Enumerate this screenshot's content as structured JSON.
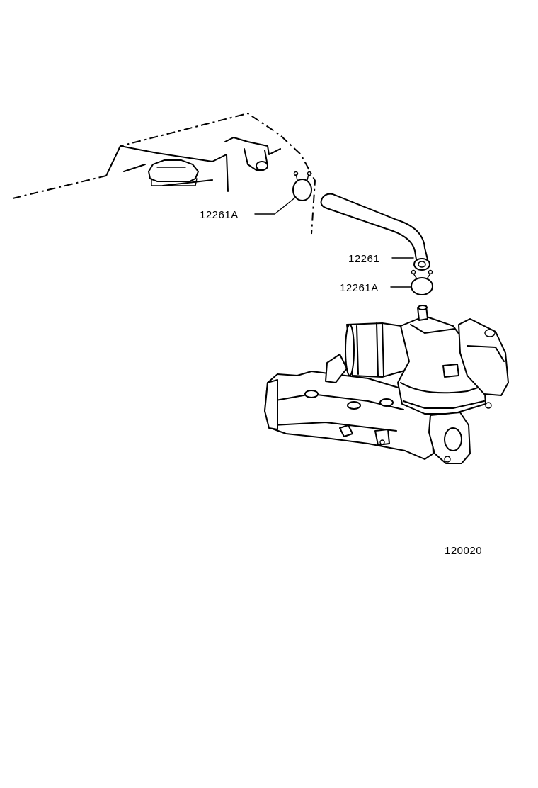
{
  "labels": {
    "clamp_upper": "12261A",
    "hose": "12261",
    "clamp_lower": "12261A",
    "illustration_number": "120020"
  },
  "colors": {
    "line": "#000000",
    "background": "#ffffff"
  }
}
